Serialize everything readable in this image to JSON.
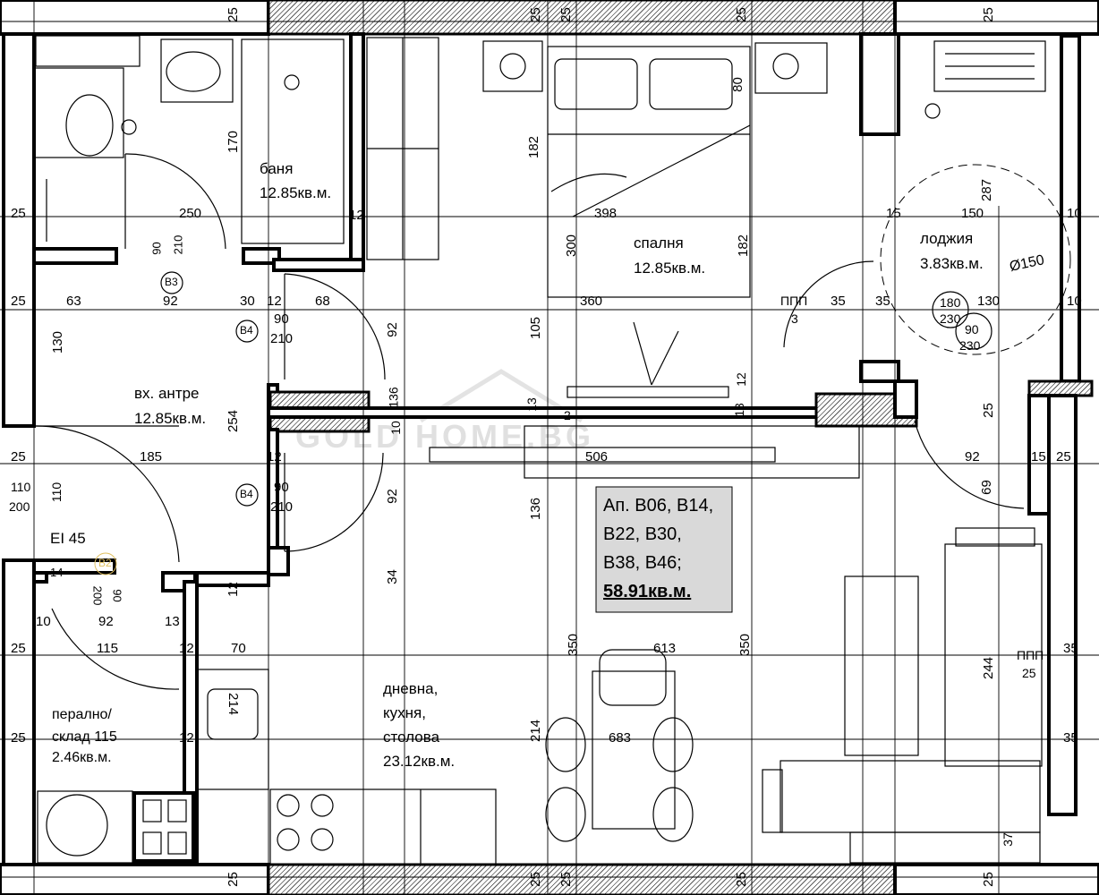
{
  "rooms": {
    "bath": {
      "name": "баня",
      "area": "12.85кв.м."
    },
    "bedroom": {
      "name": "спалня",
      "area": "12.85кв.м."
    },
    "loggia": {
      "name": "лоджия",
      "area": "3.83кв.м."
    },
    "hall": {
      "name": "вх. антре",
      "area": "12.85кв.м."
    },
    "laundry": {
      "name_line1": "перално/",
      "name_line2": "склад",
      "width": "115",
      "area": "2.46кв.м."
    },
    "living": {
      "line1": "дневна,",
      "line2": "кухня,",
      "line3": "столова",
      "area": "23.12кв.м."
    }
  },
  "info_box": {
    "line1": "Ап. В06, В14,",
    "line2": "В22, В30,",
    "line3": "В38, В46;",
    "total": "58.91кв.м."
  },
  "door_tags": {
    "b3": "В3",
    "b4a": "В4",
    "b4b": "В4",
    "b2": "В2"
  },
  "fire_door": "EI 45",
  "ppp": "ППП",
  "dims": {
    "top_25_a": "25",
    "top_25_b": "25",
    "top_25_c": "25",
    "top_25_d": "25",
    "top_25_e": "25",
    "bot_25_a": "25",
    "bot_25_b": "25",
    "bot_25_c": "25",
    "bot_25_d": "25",
    "bot_25_e": "25",
    "left_25_a": "25",
    "left_25_b": "25",
    "left_25_c": "25",
    "left_25_d": "25",
    "left_25_e": "25",
    "d250": "250",
    "d12a": "12",
    "d170": "170",
    "d182a": "182",
    "d182b": "182",
    "d398": "398",
    "d300": "300",
    "d80": "80",
    "d287": "287",
    "d15a": "15",
    "d150": "150",
    "d10a": "10",
    "d10b": "10",
    "phi150": "Ø150",
    "d90_210_a_top": "90",
    "d90_210_a_bot": "210",
    "d63": "63",
    "d92a": "92",
    "d30": "30",
    "d12b": "12",
    "d68": "68",
    "d90_210_b_top": "90",
    "d90_210_b_bot": "210",
    "d92b": "92",
    "d105": "105",
    "d360": "360",
    "d3": "3",
    "d35a": "35",
    "d35b": "35",
    "d180": "180",
    "d230a": "230",
    "d130": "130",
    "d90c": "90",
    "d230b": "230",
    "d130b": "130",
    "d136a": "136",
    "d13a": "13",
    "d10c": "10",
    "d13b": "13",
    "d2": "2",
    "d12c": "12",
    "d25r": "25",
    "d254": "254",
    "d185": "185",
    "d12d": "12",
    "d506": "506",
    "d92c": "92",
    "d15b": "15",
    "d25s": "25",
    "d110a": "110",
    "d200a": "200",
    "d110b": "110",
    "d90_210_c_top": "90",
    "d90_210_c_bot": "210",
    "d92d": "92",
    "d69": "69",
    "d136b": "136",
    "d14": "14",
    "d200b": "200",
    "d90d": "90",
    "d34": "34",
    "d12e": "12",
    "d10d": "10",
    "d92e": "92",
    "d13c": "13",
    "d115": "115",
    "d12f": "12",
    "d70": "70",
    "d350a": "350",
    "d613": "613",
    "d350b": "350",
    "d244": "244",
    "d35c": "35",
    "d25t": "25",
    "d214a": "214",
    "d214b": "214",
    "d683": "683",
    "d12g": "12",
    "d35d": "35",
    "d37": "37"
  },
  "watermark": "GOLD HOME.BG"
}
